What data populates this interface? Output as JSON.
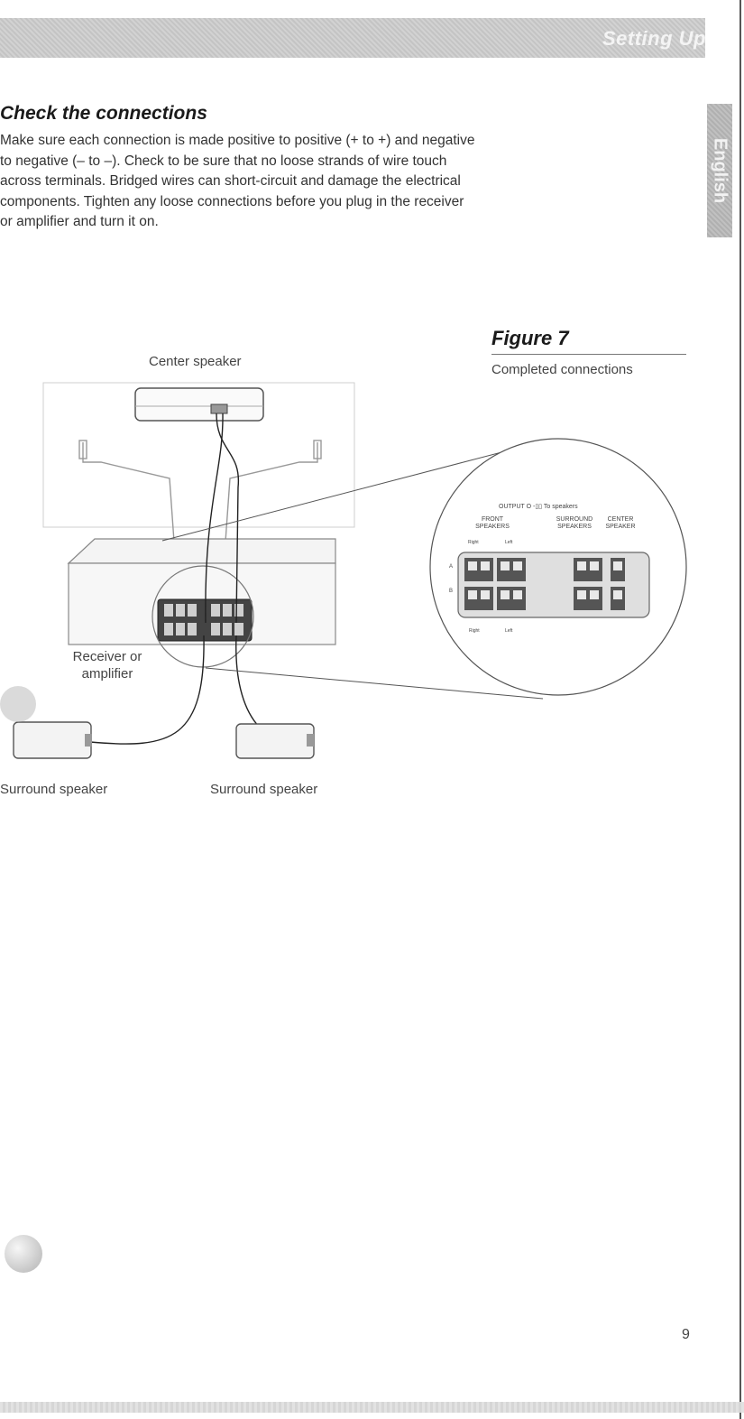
{
  "header": {
    "title": "Setting Up"
  },
  "side_tab": {
    "label": "English"
  },
  "section": {
    "heading": "Check the connections",
    "body": "Make sure each connection is made positive to positive (+ to +) and negative to negative (– to –). Check to be sure that no loose strands of wire touch across terminals. Bridged wires can short-circuit and damage the electrical components. Tighten any loose connections before you plug in the receiver or amplifier and turn it on."
  },
  "figure": {
    "title": "Figure 7",
    "caption": "Completed connections"
  },
  "diagram": {
    "center_speaker_label": "Center speaker",
    "receiver_label": "Receiver or amplifier",
    "surround_left_label": "Surround speaker",
    "surround_right_label": "Surround speaker",
    "inset": {
      "output_label": "OUTPUT",
      "to_speakers": "To speakers",
      "front_label": "FRONT SPEAKERS",
      "surround_label": "SURROUND SPEAKERS",
      "center_label": "CENTER SPEAKER",
      "right": "Right",
      "left": "Left",
      "row_a": "A",
      "row_b": "B"
    }
  },
  "page_number": "9"
}
